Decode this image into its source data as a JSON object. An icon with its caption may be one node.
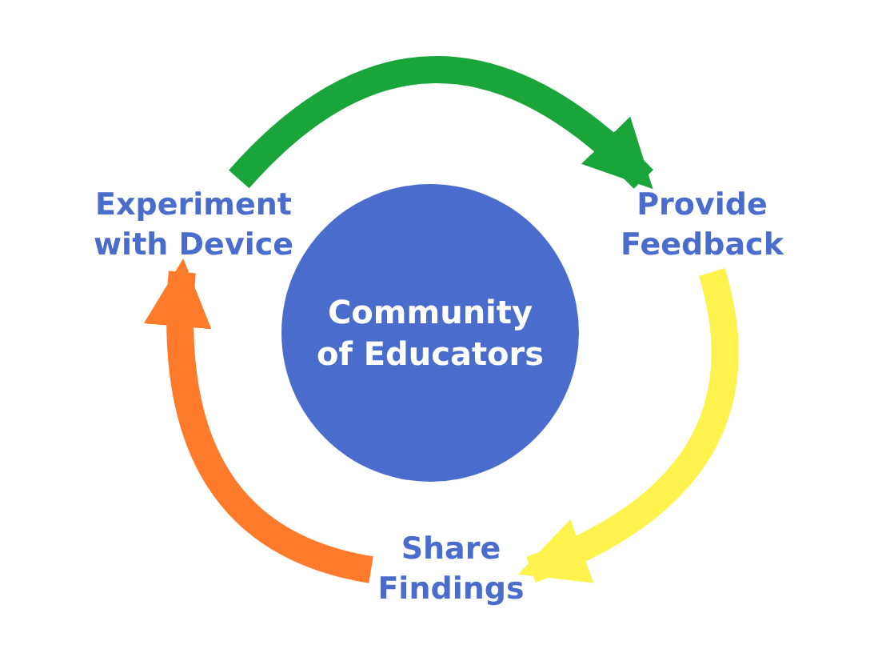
{
  "diagram": {
    "nodes": [
      {
        "text": [
          "Experiment with Device"
        ]
      },
      {
        "text": [
          "Provide Feedback"
        ]
      },
      {
        "text": [
          "Share Findings"
        ]
      },
      {
        "text": [
          "Community of Educators"
        ]
      }
    ],
    "edges": [
      {
        "from": 0,
        "to": 1,
        "arrow": "to",
        "color": "#1aa53a"
      },
      {
        "from": 1,
        "to": 2,
        "arrow": "to",
        "color": "#fff24d"
      },
      {
        "from": 2,
        "to": 0,
        "arrow": "to",
        "color": "#ff7a2b"
      }
    ]
  }
}
